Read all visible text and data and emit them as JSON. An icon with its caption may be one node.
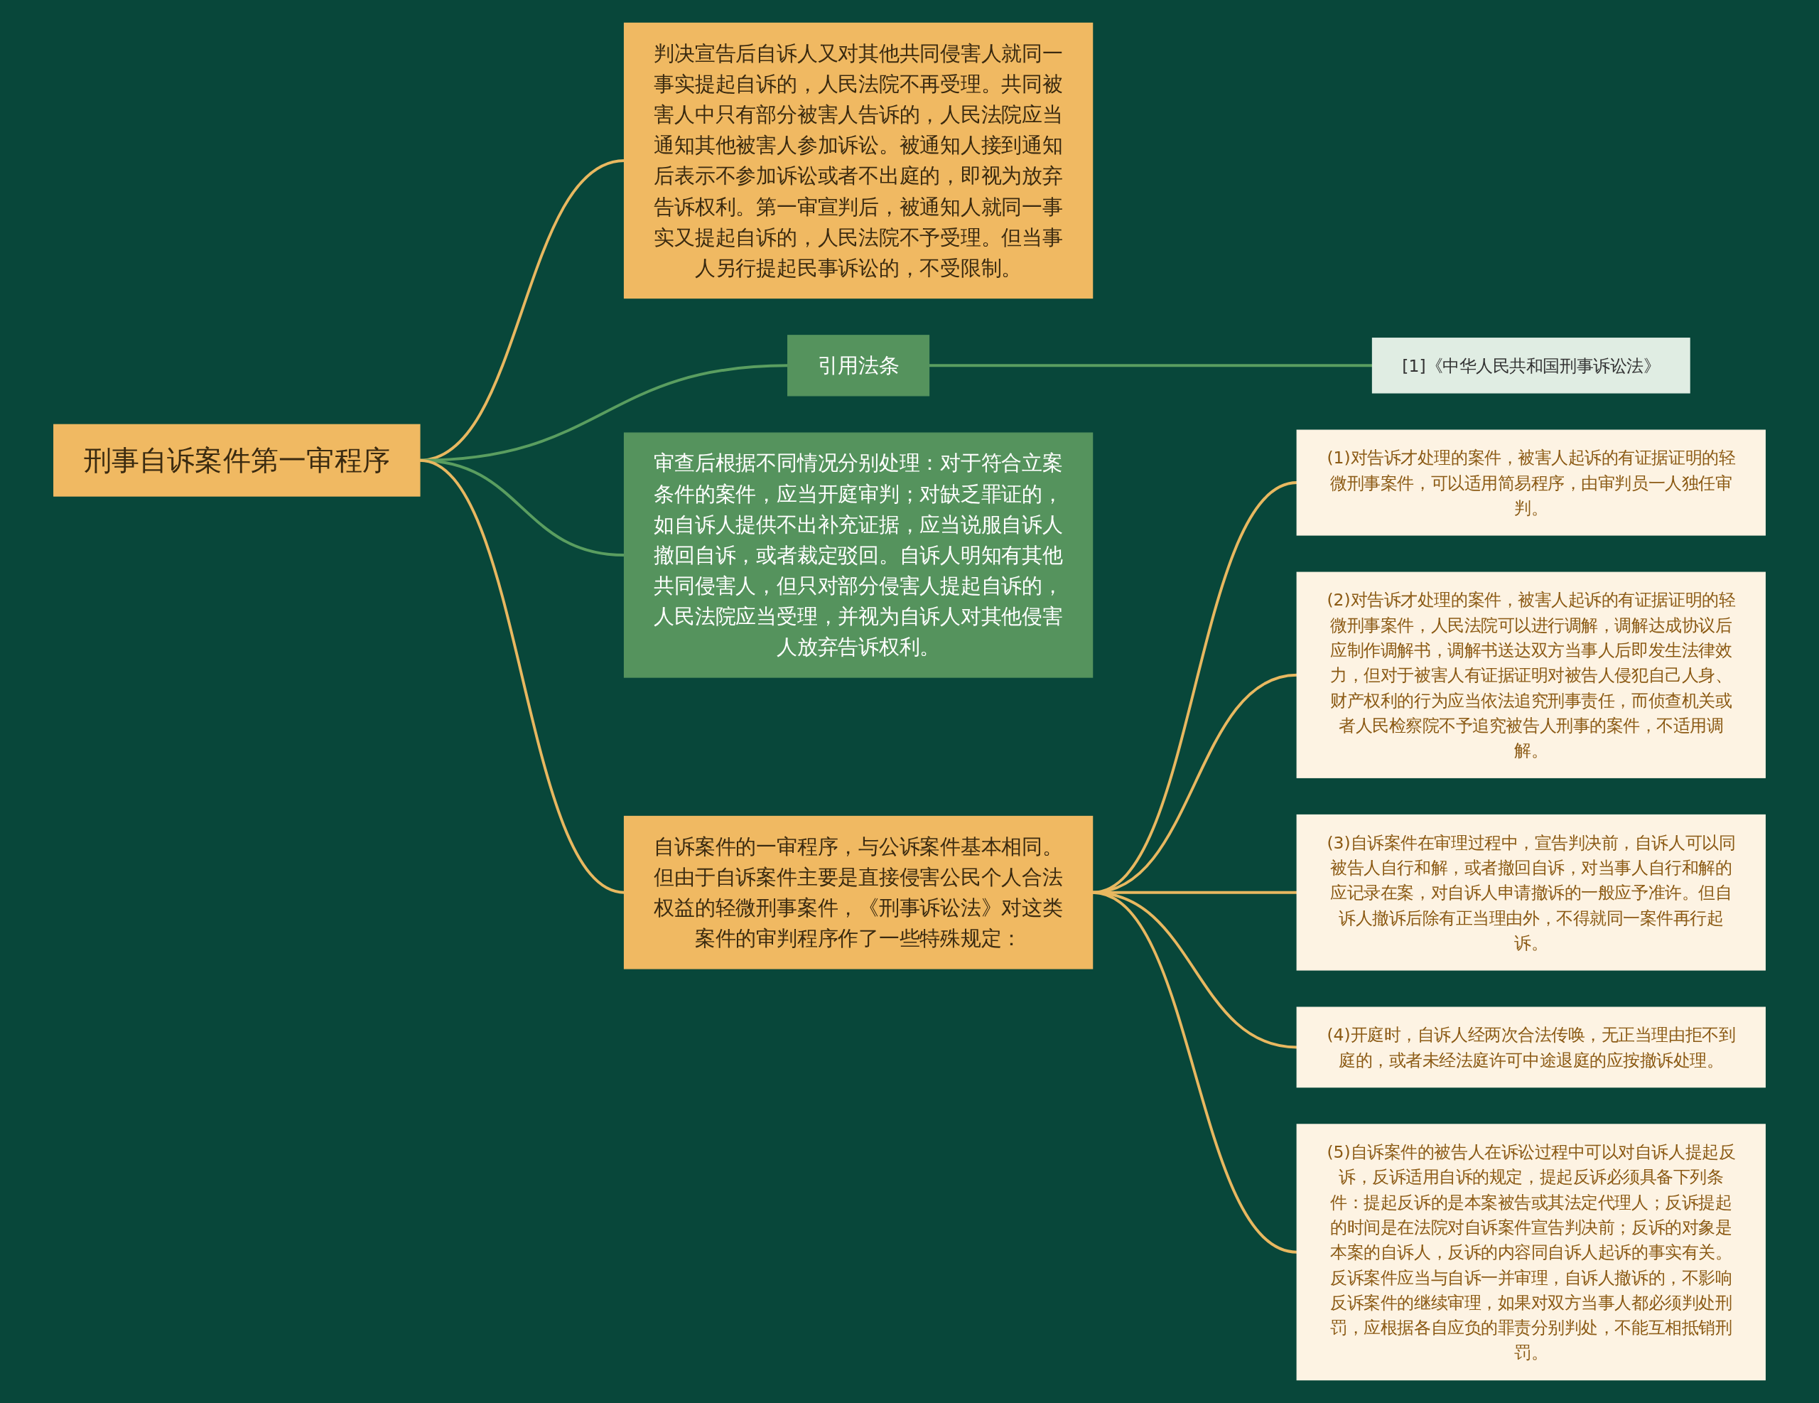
{
  "diagram": {
    "nodes": [
      {
        "text": [
          "刑事自诉案件第一审程序"
        ]
      },
      {
        "text": [
          "判决宣告后自诉人又对其他共同侵害人就同一事实提起自诉的，人民法院不再受理。共同被害人中只有部分被害人告诉的，人民法院应当通知其他被害人参加诉讼。被通知人接到通知后表示不参加诉讼或者不出庭的，即视为放弃告诉权利。第一审宣判后，被通知人就同一事实又提起自诉的，人民法院不予受理。但当事人另行提起民事诉讼的，不受限制。"
        ]
      },
      {
        "text": [
          "引用法条"
        ]
      },
      {
        "text": [
          "[1]《中华人民共和国刑事诉讼法》"
        ]
      },
      {
        "text": [
          "审查后根据不同情况分别处理：对于符合立案条件的案件，应当开庭审判；对缺乏罪证的，如自诉人提供不出补充证据，应当说服自诉人撤回自诉，或者裁定驳回。自诉人明知有其他共同侵害人，但只对部分侵害人提起自诉的，人民法院应当受理，并视为自诉人对其他侵害人放弃告诉权利。"
        ]
      },
      {
        "text": [
          "自诉案件的一审程序，与公诉案件基本相同。但由于自诉案件主要是直接侵害公民个人合法权益的轻微刑事案件，《刑事诉讼法》对这类案件的审判程序作了一些特殊规定："
        ]
      },
      {
        "text": [
          "(1)对告诉才处理的案件，被害人起诉的有证据证明的轻微刑事案件，可以适用简易程序，由审判员一人独任审判。"
        ]
      },
      {
        "text": [
          "(2)对告诉才处理的案件，被害人起诉的有证据证明的轻微刑事案件，人民法院可以进行调解，调解达成协议后应制作调解书，调解书送达双方当事人后即发生法律效力，但对于被害人有证据证明对被告人侵犯自己人身、财产权利的行为应当依法追究刑事责任，而侦查机关或者人民检察院不予追究被告人刑事的案件，不适用调解。"
        ]
      },
      {
        "text": [
          "(3)自诉案件在审理过程中，宣告判决前，自诉人可以同被告人自行和解，或者撤回自诉，对当事人自行和解的应记录在案，对自诉人申请撤诉的一般应予准许。但自诉人撤诉后除有正当理由外，不得就同一案件再行起诉。"
        ]
      },
      {
        "text": [
          "(4)开庭时，自诉人经两次合法传唤，无正当理由拒不到庭的，或者未经法庭许可中途退庭的应按撤诉处理。"
        ]
      },
      {
        "text": [
          "(5)自诉案件的被告人在诉讼过程中可以对自诉人提起反诉，反诉适用自诉的规定，提起反诉必须具备下列条件：提起反诉的是本案被告或其法定代理人；反诉提起的时间是在法院对自诉案件宣告判决前；反诉的对象是本案的自诉人，反诉的内容同自诉人起诉的事实有关。反诉案件应当与自诉一并审理，自诉人撤诉的，不影响反诉案件的继续审理，如果对双方当事人都必须判处刑罚，应根据各自应负的罪责分别判处，不能互相抵销刑罚。"
        ]
      }
    ],
    "edges": [
      {
        "from": 0,
        "to": 1,
        "arrow": "none"
      },
      {
        "from": 0,
        "to": 2,
        "arrow": "none",
        "color": "#5a9e60"
      },
      {
        "from": 2,
        "to": 3,
        "arrow": "none",
        "color": "#5a9e60"
      },
      {
        "from": 0,
        "to": 4,
        "arrow": "none",
        "color": "#5a9e60"
      },
      {
        "from": 0,
        "to": 5,
        "arrow": "none"
      },
      {
        "from": 5,
        "to": 6,
        "arrow": "none"
      },
      {
        "from": 5,
        "to": 7,
        "arrow": "none"
      },
      {
        "from": 5,
        "to": 8,
        "arrow": "none"
      },
      {
        "from": 5,
        "to": 9,
        "arrow": "none"
      },
      {
        "from": 5,
        "to": 10,
        "arrow": "none"
      }
    ]
  }
}
